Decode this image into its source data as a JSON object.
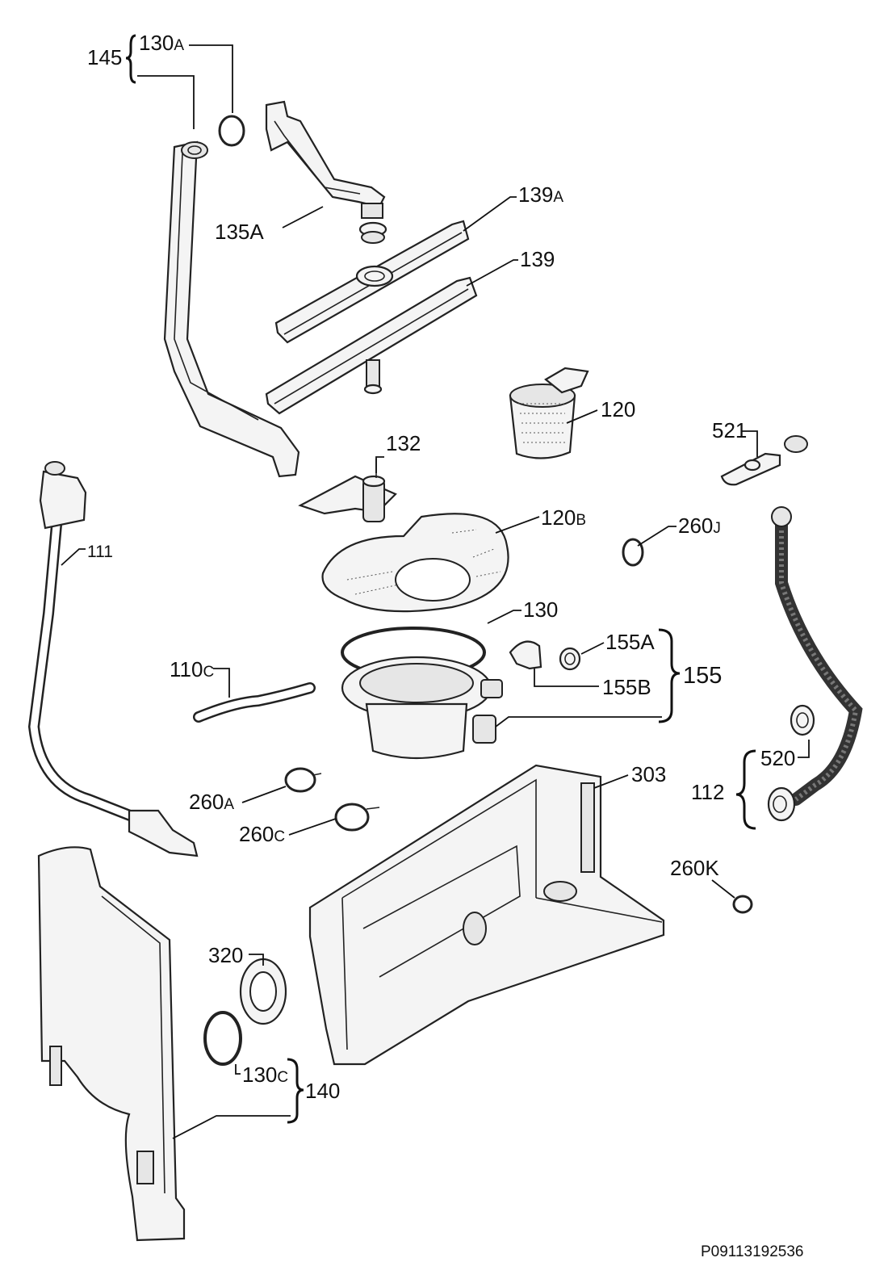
{
  "diagram_code": "P09113192536",
  "labels": {
    "l145": "145",
    "l130A": {
      "base": "130",
      "suffix": "A"
    },
    "l135A": "135A",
    "l139A": {
      "base": "139",
      "suffix": "A"
    },
    "l139": "139",
    "l120": "120",
    "l521": "521",
    "l132": "132",
    "l120B": {
      "base": "120",
      "suffix": "B"
    },
    "l260J": {
      "base": "260",
      "suffix": "J"
    },
    "l111": "111",
    "l130": "130",
    "l155A": "155A",
    "l155": "155",
    "l110C": {
      "base": "110",
      "suffix": "C"
    },
    "l155B": "155B",
    "l303": "303",
    "l520": "520",
    "l112": "112",
    "l260A": {
      "base": "260",
      "suffix": "A"
    },
    "l260C": {
      "base": "260",
      "suffix": "C"
    },
    "l260K": "260K",
    "l320": "320",
    "l130C": {
      "base": "130",
      "suffix": "C"
    },
    "l140": "140"
  }
}
